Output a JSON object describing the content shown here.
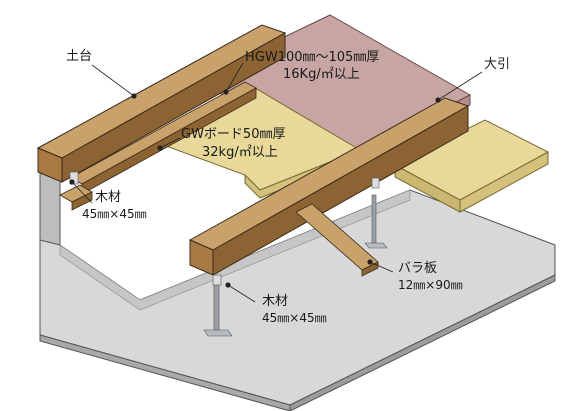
{
  "labels": {
    "sill": "土台",
    "girder": "大引",
    "hgw_line1": "HGW100㎜～105㎜厚",
    "hgw_line2": "16Kg/㎡以上",
    "gw_line1": "GWボード50㎜厚",
    "gw_line2": "32kg/㎡以上",
    "timber_left_line1": "木材",
    "timber_left_line2": "45㎜×45㎜",
    "batten_line1": "バラ板",
    "batten_line2": "12㎜×90㎜",
    "timber_bottom_line1": "木材",
    "timber_bottom_line2": "45㎜×45㎜"
  },
  "colors": {
    "wood_top": "#c9a26b",
    "wood_front": "#a87b45",
    "wood_side": "#8c6333",
    "insulation_pink": "#c7a5a3",
    "insulation_yellow": "#e8d99a",
    "concrete_top": "#d8d8d8",
    "concrete_side": "#b4b4b4",
    "steel": "#9aa0a6",
    "outline": "#3a2a18"
  }
}
